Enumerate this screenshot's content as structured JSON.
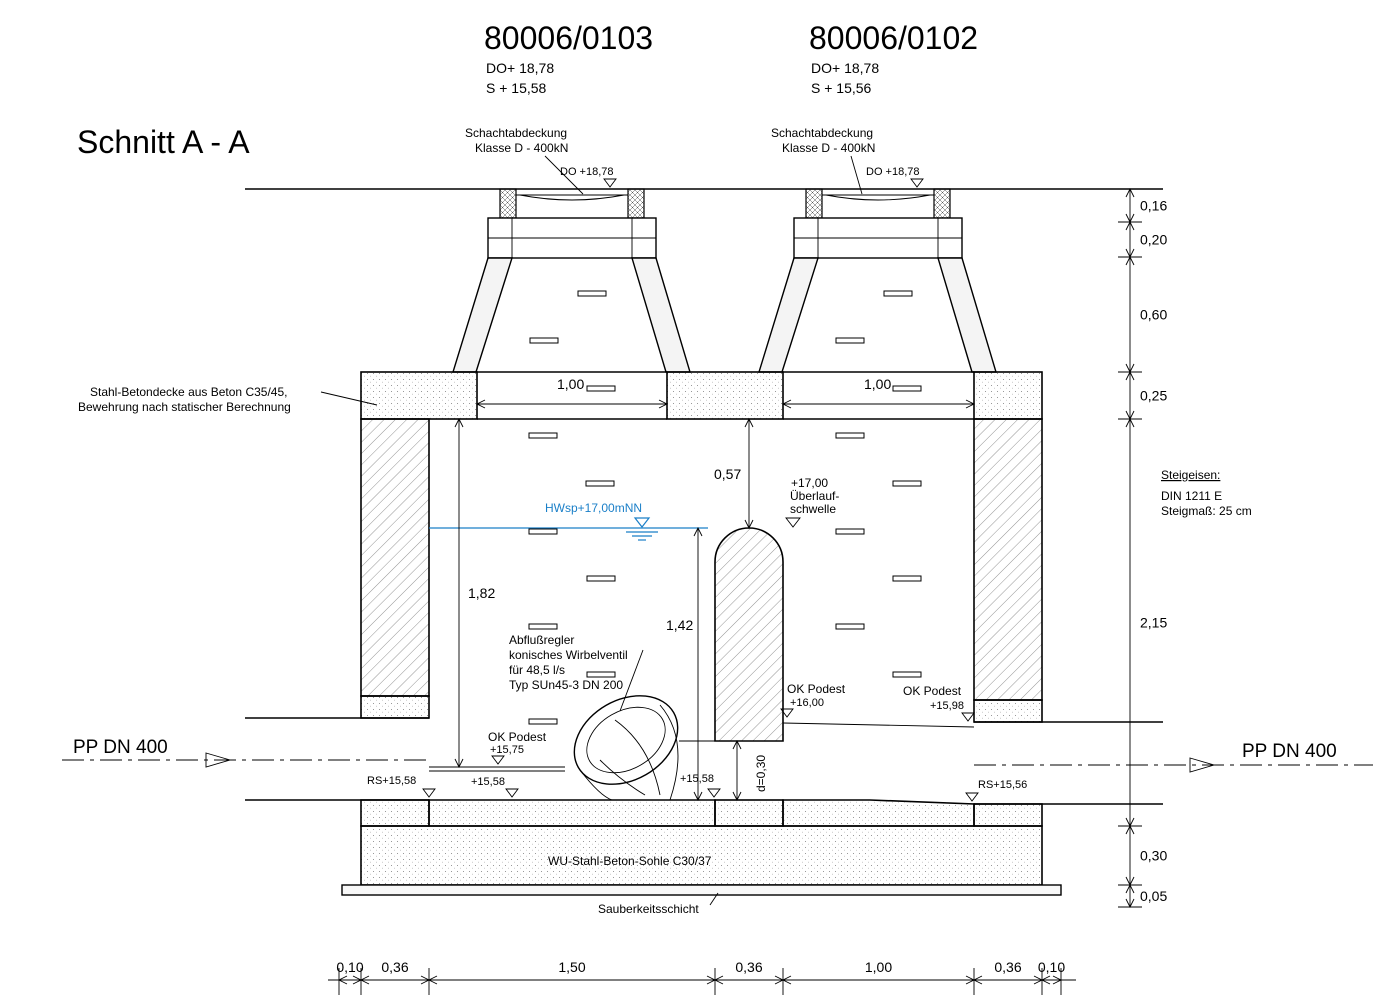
{
  "shafts": [
    {
      "id": "80006/0103",
      "do": "DO+  18,78",
      "s": "S   +  15,58",
      "cover": [
        "Schachtabdeckung",
        "Klasse D - 400kN"
      ],
      "do_label": "DO +18,78"
    },
    {
      "id": "80006/0102",
      "do": "DO+  18,78",
      "s": "S   +  15,56",
      "cover": [
        "Schachtabdeckung",
        "Klasse D - 400kN"
      ],
      "do_label": "DO +18,78"
    }
  ],
  "title": "Schnitt  A - A",
  "labels": {
    "deck": [
      "Stahl-Betondecke aus Beton C35/45,",
      "Bewehrung nach statischer Berechnung"
    ],
    "steigeisen": [
      "Steigeisen:",
      "DIN 1211 E",
      "Steigmaß: 25 cm"
    ],
    "water": "HWsp+17,00mNN",
    "overflow": [
      "+17,00",
      "Überlauf-",
      "schwelle"
    ],
    "regler": [
      "Abflußregler",
      "konisches Wirbelventil",
      "für 48,5 l/s",
      "Typ SUn45-3 DN 200"
    ],
    "podest_left": [
      "OK Podest",
      "+15,75"
    ],
    "podest_mid": [
      "OK Podest",
      "+16,00"
    ],
    "podest_right": [
      "OK Podest",
      "+15,98"
    ],
    "rs_left": "RS+15,58",
    "rs_right": "RS+15,56",
    "floor_left": "+15,58",
    "floor_mid": "+15,58",
    "d_label": "d=0,30",
    "sohle": "WU-Stahl-Beton-Sohle C30/37",
    "sauberkeit": "Sauberkeitsschicht",
    "pipe_in": "PP DN 400",
    "pipe_out": "PP DN 400"
  },
  "dims_inner": {
    "d100a": "1,00",
    "d100b": "1,00",
    "d057": "0,57",
    "d182": "1,82",
    "d142": "1,42"
  },
  "dims_right": [
    "0,16",
    "0,20",
    "0,60",
    "0,25",
    "2,15",
    "0,30",
    "0,05"
  ],
  "dims_bottom": [
    "0,10",
    "0,36",
    "1,50",
    "0,36",
    "1,00",
    "0,36",
    "0,10"
  ]
}
